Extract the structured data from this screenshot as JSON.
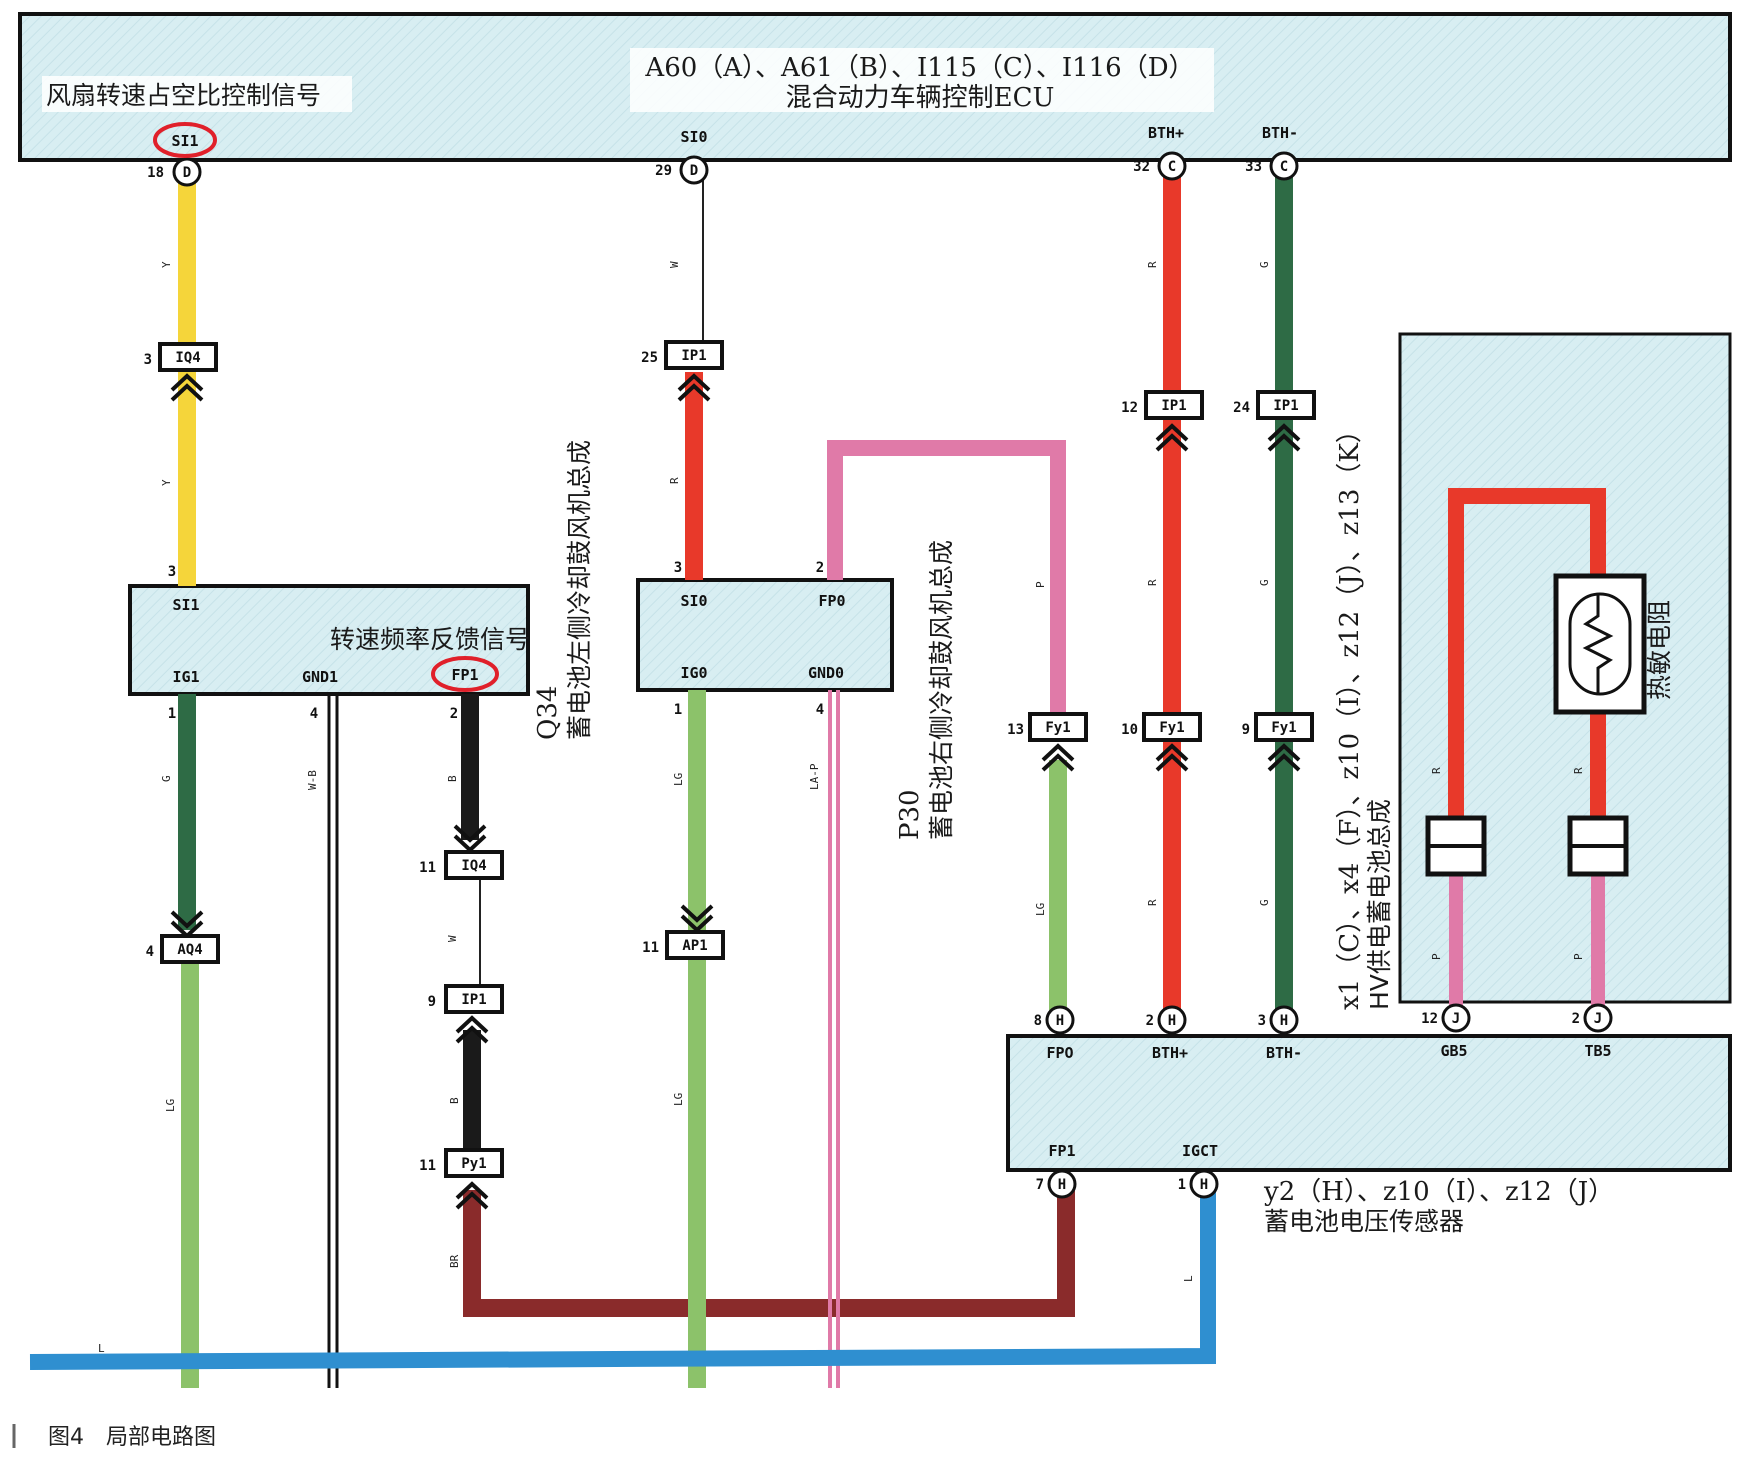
{
  "ecu": {
    "title_line1": "A60（A）、A61（B）、I115（C）、I116（D）",
    "title_line2": "混合动力车辆控制ECU",
    "annotation": "风扇转速占空比控制信号",
    "pins": {
      "si1": "SI1",
      "si0": "SI0",
      "bth_plus": "BTH+",
      "bth_minus": "BTH-"
    },
    "pin_numbers": {
      "si1": "18",
      "si0": "29",
      "bth_plus": "32",
      "bth_minus": "33"
    },
    "pin_letters": {
      "si1": "D",
      "si0": "D",
      "bth_plus": "C",
      "bth_minus": "C"
    }
  },
  "q34": {
    "name": "Q34",
    "desc": "蓄电池左侧冷却鼓风机总成",
    "annotation": "转速频率反馈信号",
    "pins": {
      "si1": "SI1",
      "ig1": "IG1",
      "gnd1": "GND1",
      "fp1": "FP1"
    },
    "pin_numbers": {
      "si1": "3",
      "ig1": "1",
      "gnd1": "4",
      "fp1": "2"
    }
  },
  "p30": {
    "name": "P30",
    "desc": "蓄电池右侧冷却鼓风机总成",
    "pins": {
      "si0": "SI0",
      "fp0": "FP0",
      "ig0": "IG0",
      "gnd0": "GND0"
    },
    "pin_numbers": {
      "si0": "3",
      "fp0": "2",
      "ig0": "1",
      "gnd0": "4"
    }
  },
  "hv_battery": {
    "title_line1": "x1（C）、x4（F）、z10（I）、z12（J）、z13（K）",
    "title_line2": "HV供电蓄电池总成",
    "thermistor": "热敏电阻"
  },
  "sensor": {
    "title_line1": "y2（H）、z10（I）、z12（J）",
    "title_line2": "蓄电池电压传感器",
    "pins_top": {
      "fp0": "FPO",
      "bth_plus": "BTH+",
      "bth_minus": "BTH-",
      "gb5": "GB5",
      "tb5": "TB5"
    },
    "pins_bottom": {
      "fp1": "FP1",
      "igct": "IGCT"
    },
    "pin_numbers": {
      "fp0": "8",
      "bth_plus": "2",
      "bth_minus": "3",
      "gb5": "12",
      "tb5": "2",
      "fp1": "7",
      "igct": "1"
    },
    "pin_letters": {
      "fp0": "H",
      "bth_plus": "H",
      "bth_minus": "H",
      "gb5": "J",
      "tb5": "J",
      "fp1": "H",
      "igct": "H"
    }
  },
  "connectors": {
    "iq4_top": {
      "label": "IQ4",
      "num": "3"
    },
    "ip1_si0": {
      "label": "IP1",
      "num": "25"
    },
    "ip1_bthp": {
      "label": "IP1",
      "num": "12"
    },
    "ip1_bthm": {
      "label": "IP1",
      "num": "24"
    },
    "aq4": {
      "label": "AQ4",
      "num": "4"
    },
    "iq4_fp1": {
      "label": "IQ4",
      "num": "11"
    },
    "ip1_fp1": {
      "label": "IP1",
      "num": "9"
    },
    "py1_fp1": {
      "label": "Py1",
      "num": "11"
    },
    "ap1": {
      "label": "AP1",
      "num": "11"
    },
    "fy1_fp0": {
      "label": "Fy1",
      "num": "13"
    },
    "fy1_bthp": {
      "label": "Fy1",
      "num": "10"
    },
    "fy1_bthm": {
      "label": "Fy1",
      "num": "9"
    }
  },
  "wires": {
    "y": "Y",
    "w": "W",
    "r": "R",
    "g": "G",
    "p": "P",
    "lg": "LG",
    "b": "B",
    "wb": "W-B",
    "lap": "LA-P",
    "br": "BR",
    "l": "L"
  },
  "colors": {
    "panel": "#d8eef2",
    "yellow": "#f5d53a",
    "red": "#e8392a",
    "dark_green": "#2e6b45",
    "light_green": "#8cc26a",
    "pink": "#e07aa8",
    "black": "#1a1a1a",
    "brown": "#8a2b2b",
    "blue": "#2f8fd0",
    "highlight": "#e0202a"
  },
  "caption": "图4　局部电路图"
}
